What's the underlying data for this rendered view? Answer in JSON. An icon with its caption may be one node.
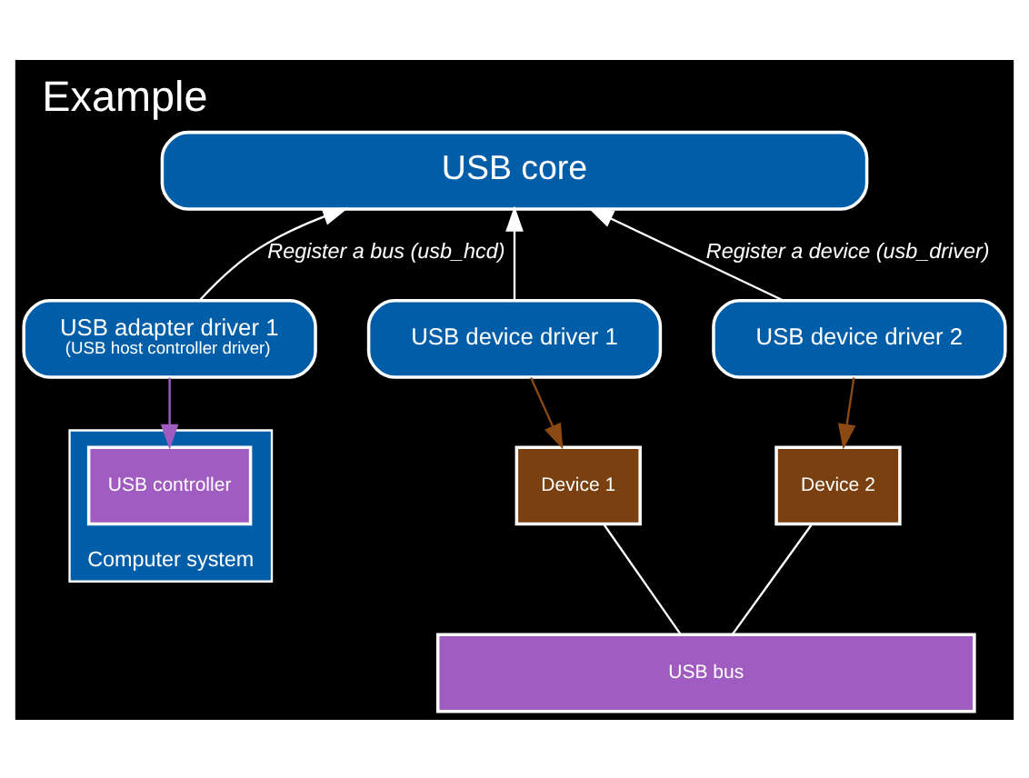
{
  "diagram": {
    "title": "Example",
    "nodes": [
      {
        "text": [
          "USB core"
        ]
      },
      {
        "text": [
          "USB adapter driver 1",
          "(USB host controller driver)"
        ]
      },
      {
        "text": [
          "USB device driver 1"
        ]
      },
      {
        "text": [
          "USB device driver 2"
        ]
      },
      {
        "text": [
          "Computer system"
        ]
      },
      {
        "text": [
          "USB controller"
        ],
        "in": 4
      },
      {
        "text": [
          "Device 1"
        ]
      },
      {
        "text": [
          "Device 2"
        ]
      },
      {
        "text": [
          "USB bus"
        ]
      }
    ],
    "edges": [
      {
        "from": 1,
        "to": 0,
        "arrow": "to",
        "label": "Register a bus (usb_hcd)"
      },
      {
        "from": 2,
        "to": 0,
        "arrow": "to"
      },
      {
        "from": 3,
        "to": 0,
        "arrow": "to",
        "label": "Register a device (usb_driver)"
      },
      {
        "from": 1,
        "to": 5,
        "arrow": "to",
        "color": "#a05cc0"
      },
      {
        "from": 2,
        "to": 6,
        "arrow": "to",
        "color": "#8b4a14"
      },
      {
        "from": 3,
        "to": 7,
        "arrow": "to",
        "color": "#8b4a14"
      },
      {
        "from": 6,
        "to": 8,
        "arrow": "none"
      },
      {
        "from": 7,
        "to": 8,
        "arrow": "none"
      }
    ]
  }
}
